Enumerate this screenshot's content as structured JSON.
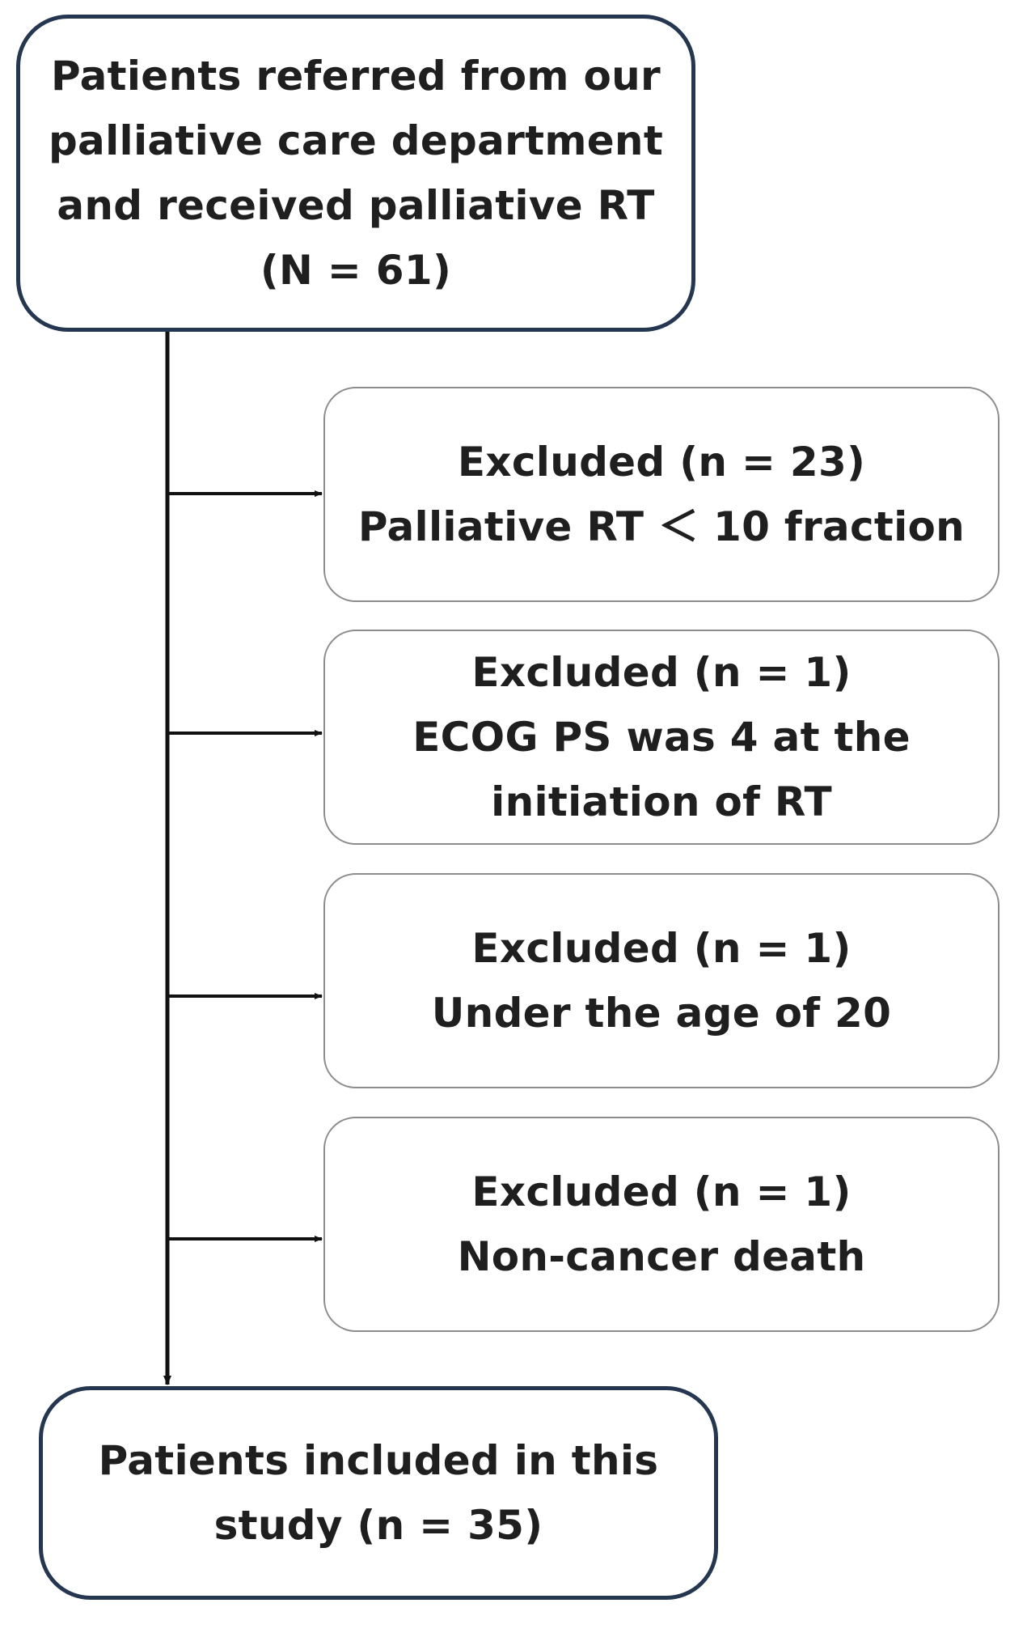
{
  "top_box": {
    "lines": [
      "Patients referred from our",
      "palliative care department",
      "and received palliative RT",
      "(N = 61)"
    ]
  },
  "exclusions": [
    {
      "lines": [
        "Excluded (n = 23)",
        "Palliative RT ＜ 10 fraction"
      ]
    },
    {
      "lines": [
        "Excluded (n = 1)",
        "ECOG PS was 4 at the",
        "initiation of RT"
      ]
    },
    {
      "lines": [
        "Excluded (n = 1)",
        "Under the age of 20"
      ]
    },
    {
      "lines": [
        "Excluded (n = 1)",
        "Non-cancer death"
      ]
    }
  ],
  "bottom_box": {
    "lines": [
      "Patients included in this",
      "study (n = 35)"
    ]
  },
  "colors": {
    "main_border": "#243650",
    "exclusion_border": "#8c8c8c",
    "arrow": "#111111",
    "text": "#1f1f1f"
  }
}
